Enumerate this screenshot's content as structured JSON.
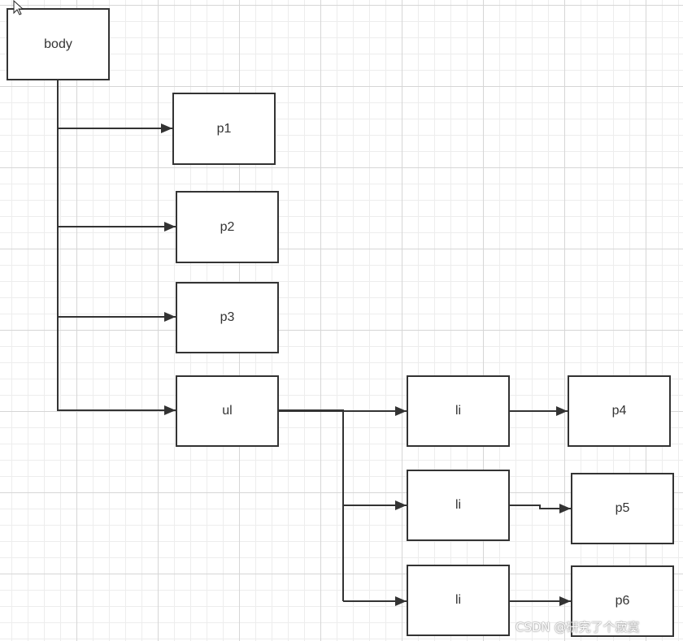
{
  "nodes": {
    "body": "body",
    "p1": "p1",
    "p2": "p2",
    "p3": "p3",
    "ul": "ul",
    "li1": "li",
    "li2": "li",
    "li3": "li",
    "p4": "p4",
    "p5": "p5",
    "p6": "p6"
  },
  "watermark": "CSDN @研究了个寂寞",
  "colors": {
    "stroke": "#333333",
    "grid_major": "#d6d6d6",
    "grid_minor": "#ededed"
  }
}
